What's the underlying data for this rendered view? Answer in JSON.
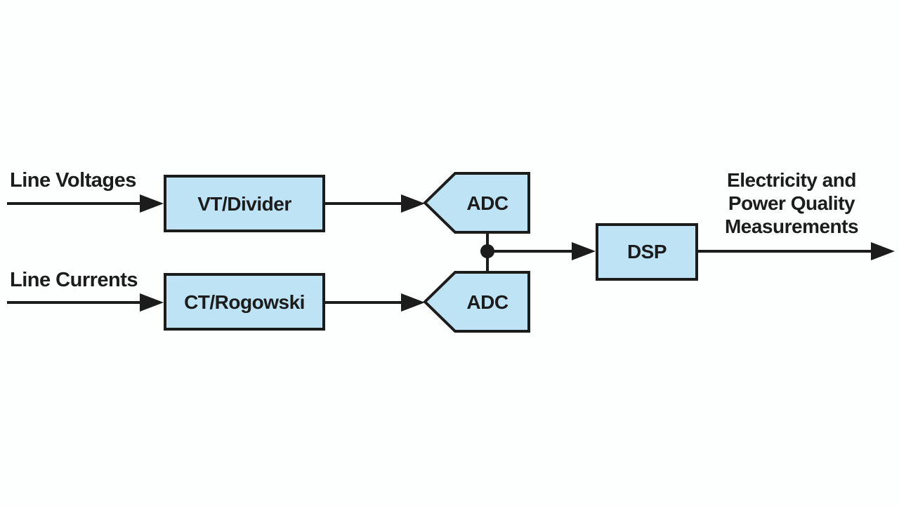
{
  "diagram": {
    "type": "signal-chain-block-diagram",
    "inputs": {
      "voltages_label": "Line Voltages",
      "currents_label": "Line Currents"
    },
    "blocks": {
      "vt_divider_label": "VT/Divider",
      "ct_rogowski_label": "CT/Rogowski",
      "adc_top_label": "ADC",
      "adc_bottom_label": "ADC",
      "dsp_label": "DSP"
    },
    "output": {
      "label_line1": "Electricity and",
      "label_line2": "Power Quality",
      "label_line3": "Measurements"
    },
    "colors": {
      "block_fill": "#bee3f4",
      "line_and_text": "#1c1c1c",
      "background": "#fdfefe"
    }
  }
}
